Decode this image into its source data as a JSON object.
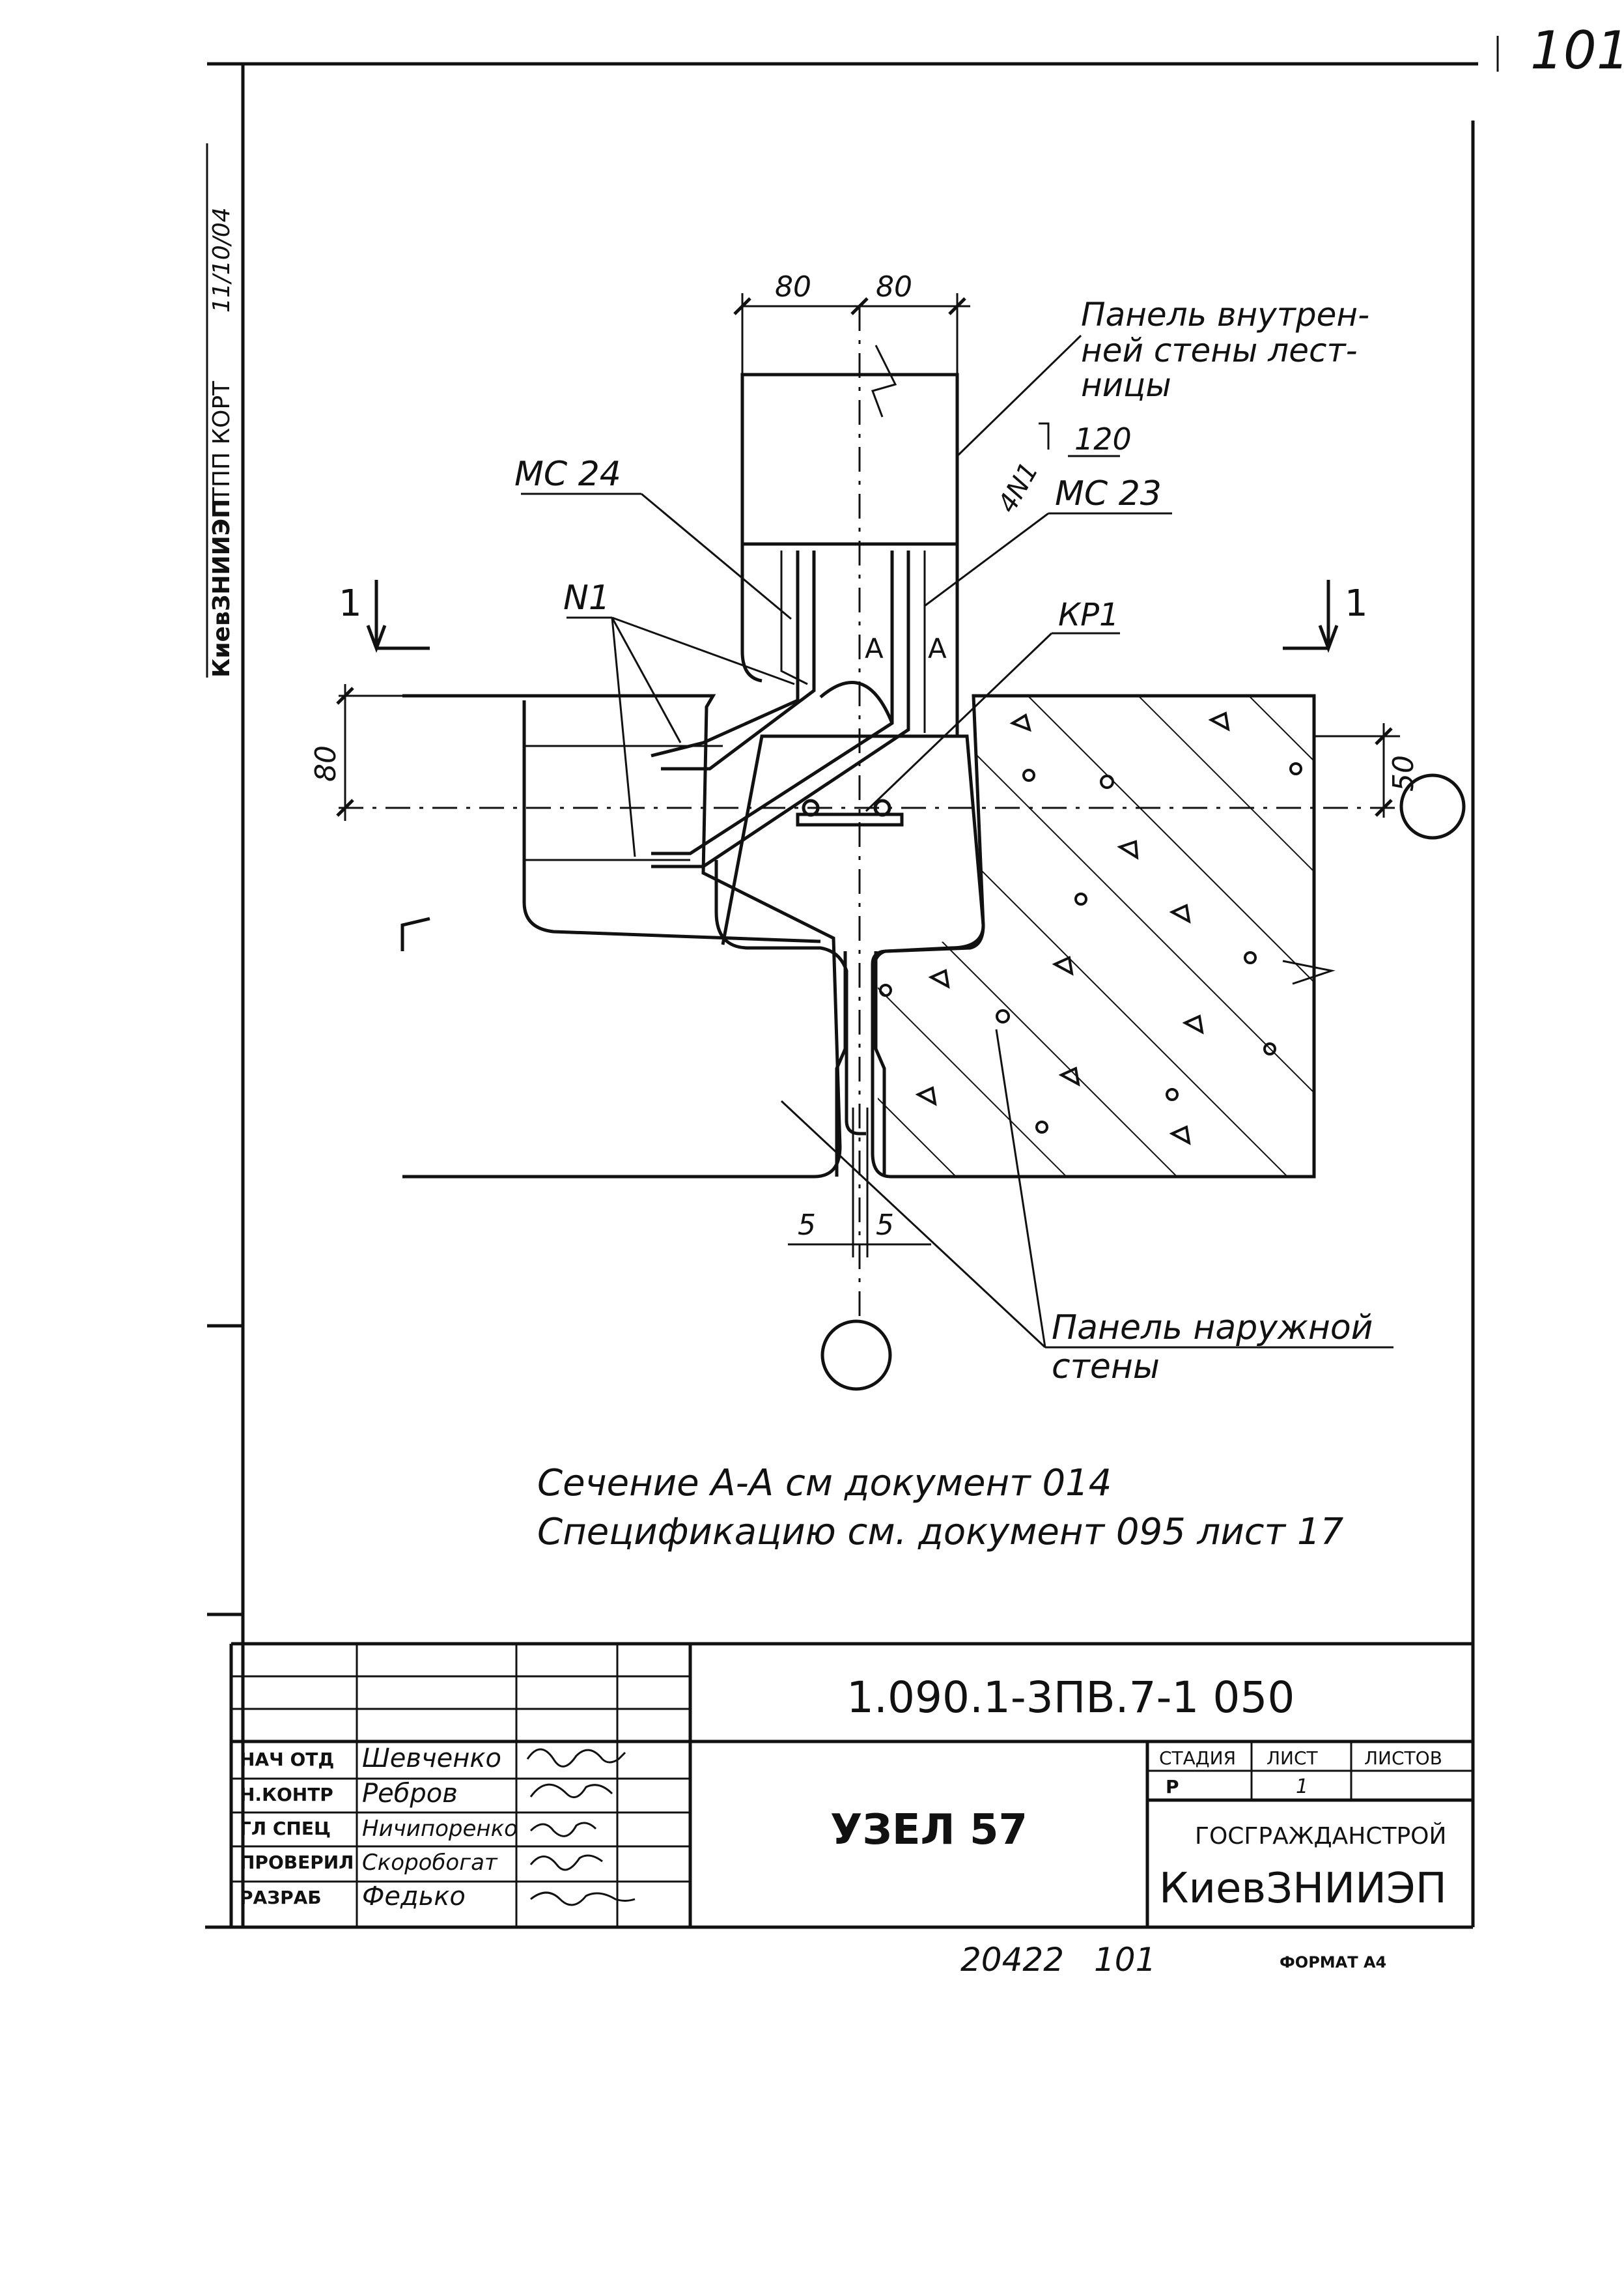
{
  "corner_number": "101",
  "side_stamp": {
    "org": "КиевЗНИИЭП",
    "dept": "ТПП КОРТ",
    "code": "11/10/04"
  },
  "drawing": {
    "dims": {
      "top_left": "80",
      "top_right": "80",
      "left_height": "80",
      "right_height": "50",
      "gap_left": "5",
      "gap_right": "5"
    },
    "section_marks": {
      "left": "1",
      "right": "1"
    },
    "labels": {
      "inner_panel_line1": "Панель внутрен-",
      "inner_panel_line2": "ней стены лест-",
      "inner_panel_line3": "ницы",
      "mc24": "МС 24",
      "mc23": "МС 23",
      "n1_left": "N1",
      "n1_vertical": "4N1",
      "dim_120": "120",
      "kr1": "КР1",
      "a_left": "А",
      "a_right": "А",
      "outer_panel_line1": "Панель наружной",
      "outer_panel_line2": "стены"
    }
  },
  "notes": {
    "line1": "Сечение А-А см документ 014",
    "line2": "Спецификацию см. документ 095 лист 17"
  },
  "title_block": {
    "doc_code": "1.090.1-3ПВ.7-1 050",
    "title": "УЗЕЛ 57",
    "roles": [
      {
        "role": "НАЧ ОТД",
        "name": "Шевченко"
      },
      {
        "role": "Н.КОНТР",
        "name": "Ребров"
      },
      {
        "role": "ГЛ СПЕЦ",
        "name": "Ничипоренко"
      },
      {
        "role": "ПРОВЕРИЛ",
        "name": "Скоробогат"
      },
      {
        "role": "РАЗРАБ",
        "name": "Федько"
      }
    ],
    "stage_header": "СТАДИЯ",
    "sheet_header": "ЛИСТ",
    "sheets_header": "ЛИСТОВ",
    "stage_value": "Р",
    "sheet_value": "1",
    "org_line1": "ГОСГРАЖДАНСТРОЙ",
    "org_line2": "КиевЗНИИЭП"
  },
  "footer": {
    "inventory": "20422",
    "sheet_no": "101",
    "format": "ФОРМАТ А4"
  }
}
